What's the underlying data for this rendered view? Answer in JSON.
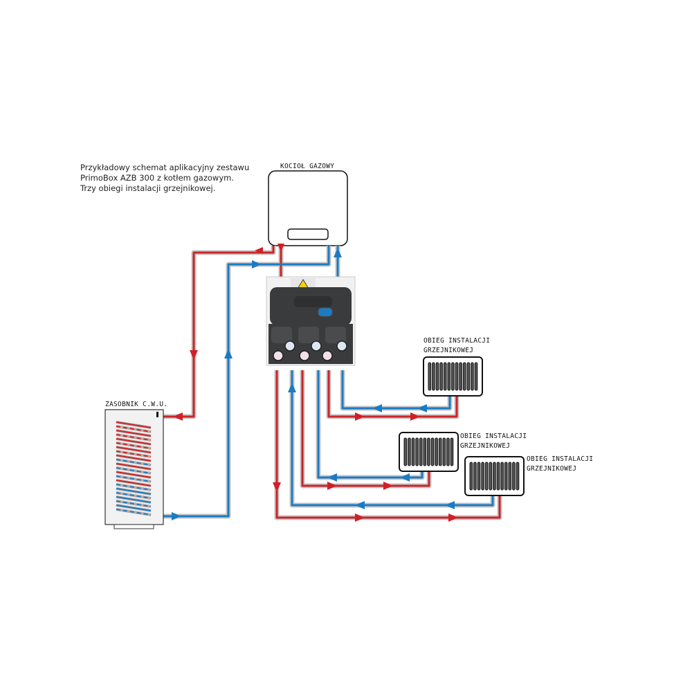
{
  "caption": {
    "line1": "Przykładowy schemat aplikacyjny zestawu",
    "line2": "PrimoBox AZB 300 z kotłem gazowym.",
    "line3": "Trzy obiegi instalacji grzejnikowej."
  },
  "boiler": {
    "label": "KOCIOŁ GAZOWY"
  },
  "tank": {
    "label": "ZASOBNIK C.W.U."
  },
  "circuits": [
    {
      "line1": "OBIEG INSTALACJI",
      "line2": "GRZEJNIKOWEJ"
    },
    {
      "line1": "OBIEG INSTALACJI",
      "line2": "GRZEJNIKOWEJ"
    },
    {
      "line1": "OBIEG INSTALACJI",
      "line2": "GRZEJNIKOWEJ"
    }
  ],
  "colors": {
    "supply": "#c8262a",
    "return": "#1a7cc4",
    "module": "#3a3b3d"
  },
  "icons": {
    "warning": "warning-triangle-icon"
  }
}
